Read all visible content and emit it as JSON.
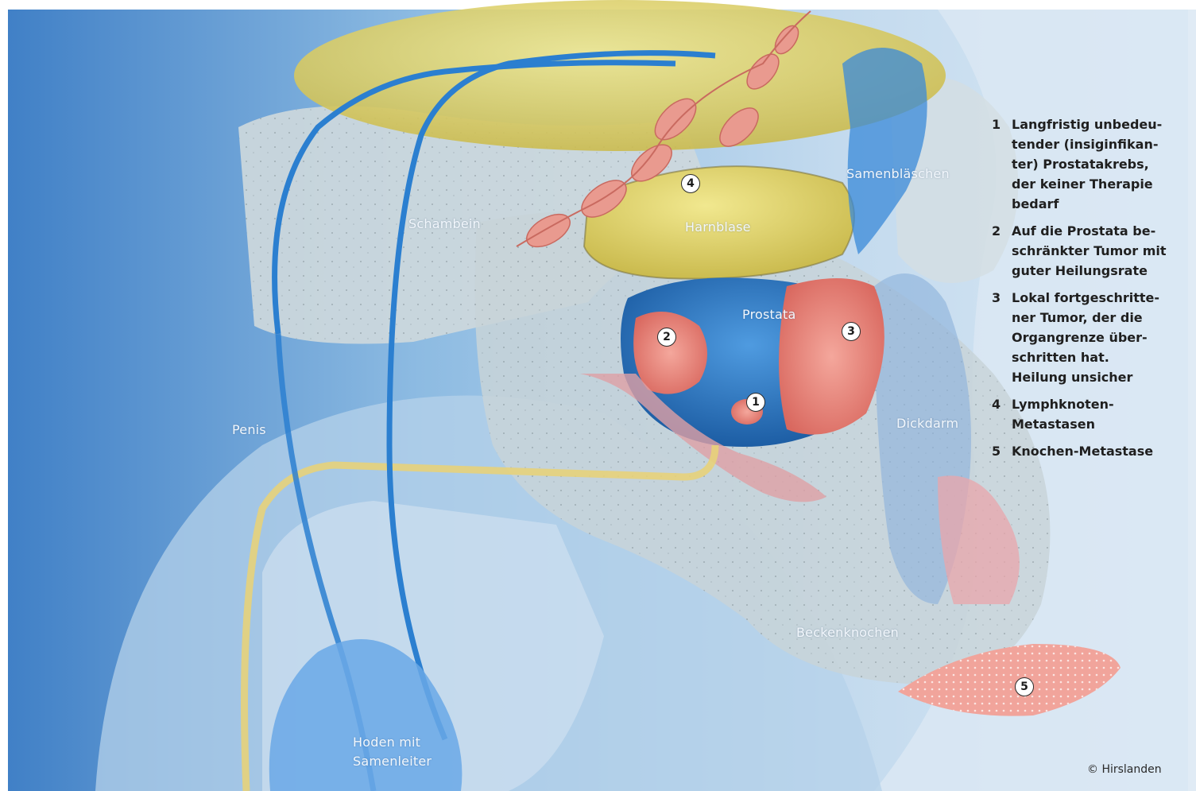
{
  "labels": {
    "samenblaeschen": "Samenbläschen",
    "schambein": "Schambein",
    "harnblase": "Harnblase",
    "prostata": "Prostata",
    "penis": "Penis",
    "dickdarm": "Dickdarm",
    "beckenknochen": "Beckenknochen",
    "hoden": "Hoden mit\nSamenleiter"
  },
  "markers": [
    {
      "n": "1",
      "label": "1"
    },
    {
      "n": "2",
      "label": "2"
    },
    {
      "n": "3",
      "label": "3"
    },
    {
      "n": "4",
      "label": "4"
    },
    {
      "n": "5",
      "label": "5"
    }
  ],
  "legend": [
    {
      "num": "1",
      "text": "Langfristig unbedeu-\ntender (insiginfikan-\nter) Prostatakrebs,\nder keiner Therapie\nbedarf"
    },
    {
      "num": "2",
      "text": "Auf die Prostata be-\nschränkter Tumor mit\nguter Heilungsrate"
    },
    {
      "num": "3",
      "text": "Lokal fortgeschritte-\nner Tumor, der die\nOrgangrenze über-\nschritten hat.\nHeilung unsicher"
    },
    {
      "num": "4",
      "text": "Lymphknoten-\nMetastasen"
    },
    {
      "num": "5",
      "text": "Knochen-Metastase"
    }
  ],
  "credit": "© Hirslanden",
  "colors": {
    "background": "#7fb1dd",
    "bone": "#c9d6dc",
    "bladder": "#e4d66a",
    "prostate": "#1e6fc0",
    "tumor": "#e58a82",
    "duct": "#2b7fd0",
    "urethra": "#e7d27a"
  }
}
